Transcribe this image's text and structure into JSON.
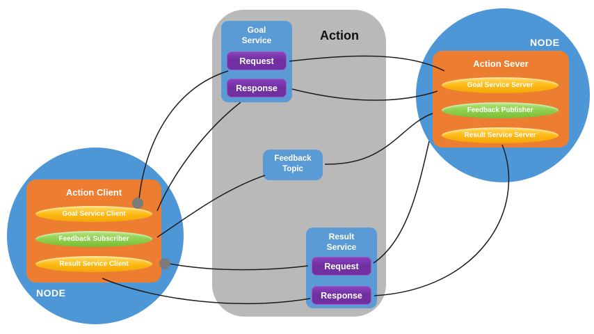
{
  "colors": {
    "node_blue": "#4e97d7",
    "panel_gray": "#b9b9b9",
    "service_blue": "#5b9bd5",
    "button_purple": "#7030a0",
    "box_orange": "#ed7d31",
    "pill_yellow": "#fdb813",
    "pill_green": "#8dce4b",
    "arrow_black": "#1b1b1b",
    "dot_gray": "#7b7b7b"
  },
  "center_panel": {
    "title": "Action",
    "goal_service": {
      "line1": "Goal",
      "line2": "Service",
      "request": "Request",
      "response": "Response"
    },
    "feedback_topic": {
      "line1": "Feedback",
      "line2": "Topic"
    },
    "result_service": {
      "line1": "Result",
      "line2": "Service",
      "request": "Request",
      "response": "Response"
    }
  },
  "client_node": {
    "node_label": "NODE",
    "title": "Action Client",
    "items": [
      {
        "label": "Goal Service Client",
        "color": "yellow"
      },
      {
        "label": "Feedback Subscriber",
        "color": "green"
      },
      {
        "label": "Result Service Client",
        "color": "yellow"
      }
    ]
  },
  "server_node": {
    "node_label": "NODE",
    "title": "Action Sever",
    "items": [
      {
        "label": "Goal Service Server",
        "color": "yellow"
      },
      {
        "label": "Feedback Publisher",
        "color": "green"
      },
      {
        "label": "Result Service Server",
        "color": "yellow"
      }
    ]
  }
}
